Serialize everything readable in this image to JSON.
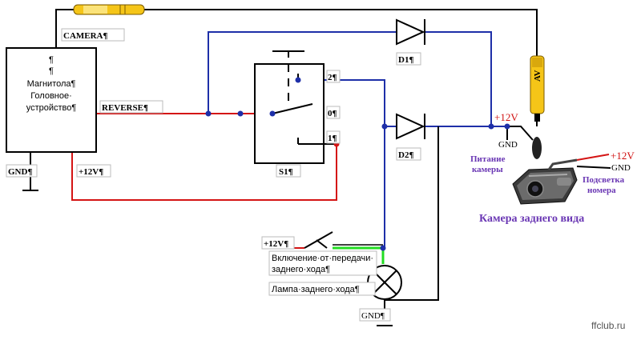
{
  "labels": {
    "camera_conn": "CAMERA¶",
    "head_unit_para": "¶",
    "head_unit_line1": "Магнитола¶",
    "head_unit_line2": "Головное·",
    "head_unit_line3": "устройство¶",
    "reverse": "REVERSE¶",
    "gnd_left": "GND¶",
    "v12_left": "+12V¶",
    "s1": "S1¶",
    "pin2": "2¶",
    "pin0": "0¶",
    "pin1": "1¶",
    "d1": "D1¶",
    "d2": "D2¶",
    "v12_cam": "+12V",
    "gnd_cam": "GND",
    "av": "AV",
    "power_cam_1": "Питание",
    "power_cam_2": "камеры",
    "v12_right": "+12V",
    "gnd_right": "GND",
    "backlight_1": "Подсветка",
    "backlight_2": "номера",
    "camera_title": "Камера заднего вида",
    "v12_switch": "+12V¶",
    "switch_desc_1": "Включение·от·передачи·",
    "switch_desc_2": "заднего·хода¶",
    "lamp": "Лампа·заднего·хода¶",
    "gnd_lamp": "GND¶",
    "footer": "ffclub.ru"
  },
  "colors": {
    "wire_black": "#000000",
    "wire_blue": "#1e2fa8",
    "wire_red": "#d41414",
    "wire_green": "#22dd22",
    "plug_yellow": "#f5c518",
    "label_violet": "#6a37b4"
  }
}
